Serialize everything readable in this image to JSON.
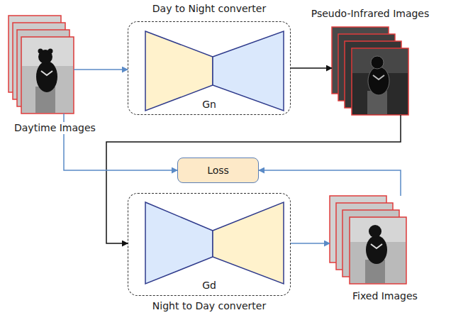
{
  "diagram": {
    "nodes": [
      {
        "text": [
          "Daytime Images"
        ]
      },
      {
        "text": [
          "Day to Night converter",
          "Gn"
        ]
      },
      {
        "text": [
          "Pseudo-Infrared Images"
        ]
      },
      {
        "text": [
          "Loss"
        ]
      },
      {
        "text": [
          "Gd",
          "Night to Day converter"
        ]
      },
      {
        "text": [
          "Fixed Images"
        ]
      }
    ],
    "edges": [
      {
        "from": 0,
        "to": 1,
        "arrow": "to"
      },
      {
        "from": 1,
        "to": 2,
        "arrow": "to"
      },
      {
        "from": 2,
        "to": 4,
        "arrow": "to"
      },
      {
        "from": 0,
        "to": 3,
        "arrow": "to"
      },
      {
        "from": 4,
        "to": 5,
        "arrow": "to"
      },
      {
        "from": 5,
        "to": 3,
        "arrow": "to"
      }
    ]
  }
}
